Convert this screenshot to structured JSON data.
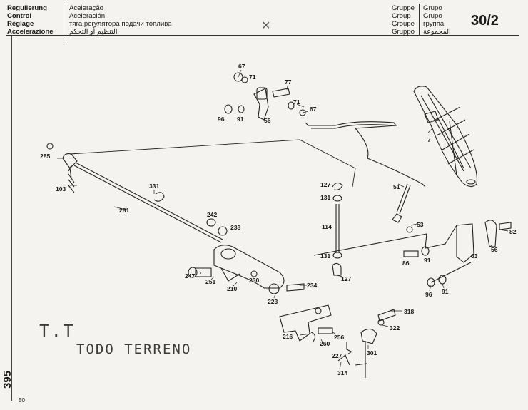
{
  "header": {
    "left_labels": [
      "Regulierung",
      "Control",
      "Réglage",
      "Accelerazione"
    ],
    "mid_labels": [
      "Aceleração",
      "Aceleración",
      "тяга регулятора подачи топлива",
      "التنظيم أو التحكم"
    ],
    "group_words": [
      "Gruppe",
      "Group",
      "Groupe",
      "Gruppo"
    ],
    "group_words_b": [
      "Grupo",
      "Grupo",
      "группа",
      "المجموعة"
    ],
    "group_number": "30/2"
  },
  "page_number": "395",
  "footer_number": "50",
  "stamp": {
    "line1": "T.T",
    "line2": "TODO TERRENO"
  },
  "handwritten_mark": "×",
  "part_labels": {
    "p67a": "67",
    "p71a": "71",
    "p77": "77",
    "p71b": "71",
    "p67b": "67",
    "p96a": "96",
    "p91a": "91",
    "p56a": "56",
    "p7": "7",
    "p285": "285",
    "p103": "103",
    "p331": "331",
    "p281": "281",
    "p127a": "127",
    "p131a": "131",
    "p51": "51",
    "p242": "242",
    "p238": "238",
    "p114": "114",
    "p53": "53",
    "p82": "82",
    "p56b": "56",
    "p131b": "131",
    "p86": "86",
    "p91b": "91",
    "p63": "63",
    "p247": "247",
    "p251": "251",
    "p210": "210",
    "p230": "230",
    "p127b": "127",
    "p234": "234",
    "p223": "223",
    "p96b": "96",
    "p91c": "91",
    "p318": "318",
    "p322": "322",
    "p216": "216",
    "p256": "256",
    "p260": "260",
    "p301": "301",
    "p227": "227",
    "p314": "314"
  }
}
